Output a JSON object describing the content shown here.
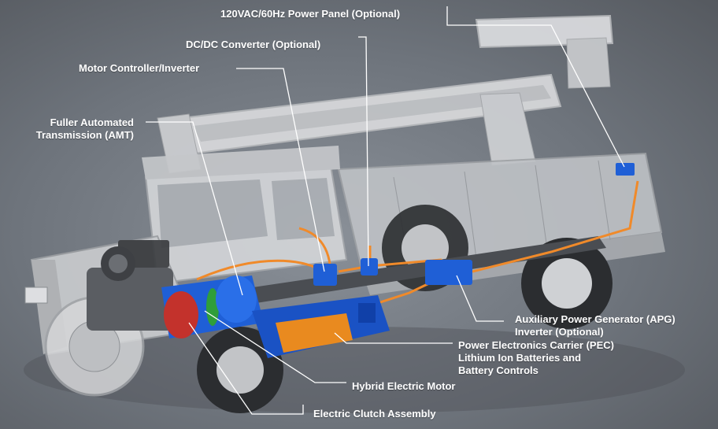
{
  "labels": {
    "power_panel": [
      "120VAC/60Hz Power Panel (Optional)"
    ],
    "dcdc": [
      "DC/DC Converter (Optional)"
    ],
    "motor_controller": [
      "Motor Controller/Inverter"
    ],
    "amt": [
      "Fuller Automated",
      "Transmission (AMT)"
    ],
    "apg": [
      "Auxiliary Power Generator (APG)",
      "Inverter (Optional)"
    ],
    "pec": [
      "Power Electronics Carrier (PEC)",
      "Lithium Ion Batteries and",
      "Battery Controls"
    ],
    "motor": [
      "Hybrid Electric Motor"
    ],
    "clutch": [
      "Electric Clutch Assembly"
    ]
  },
  "colors": {
    "component_blue": "#1f5fd6",
    "battery_orange": "#e98a1f",
    "cable_orange": "#f08a2a",
    "leader_line": "#ffffff"
  }
}
